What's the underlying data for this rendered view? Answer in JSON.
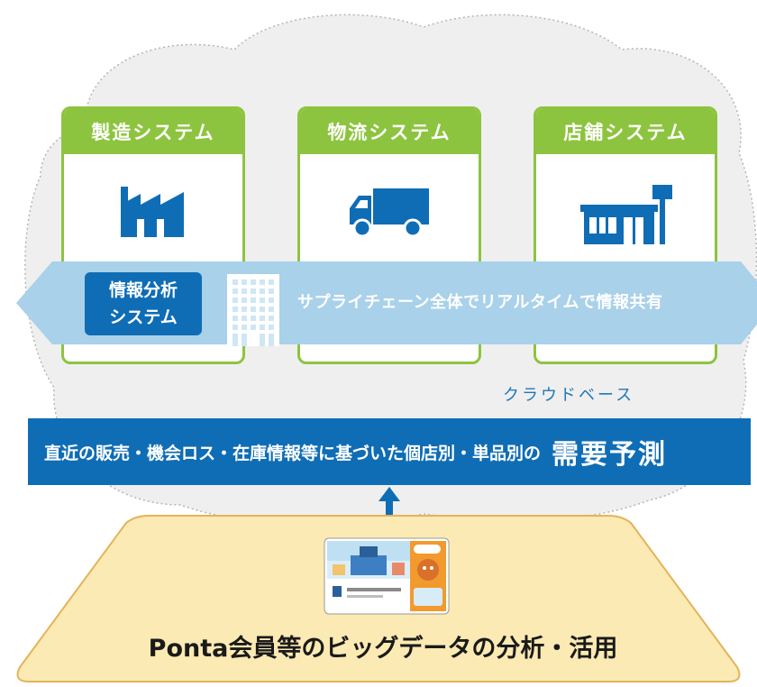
{
  "systems": [
    {
      "title": "製造システム",
      "icon": "factory-icon"
    },
    {
      "title": "物流システム",
      "icon": "truck-icon"
    },
    {
      "title": "店舗システム",
      "icon": "store-icon"
    }
  ],
  "analysis": {
    "line1": "情報分析",
    "line2": "システム",
    "icon": "office-building-icon"
  },
  "band_text": "サプライチェーン全体でリアルタイムで情報共有",
  "cloud_label": "クラウドベース",
  "demand": {
    "text": "直近の販売・機会ロス・在庫情報等に基づいた個店別・単品別の",
    "emphasis": "需要予測"
  },
  "bigdata": {
    "title": "Ponta会員等のビッグデータの分析・活用",
    "icon": "ponta-card-icon"
  },
  "colors": {
    "green": "#8dc43f",
    "blue": "#0f6db5",
    "band": "#a9d1ea",
    "cloud": "#efefef",
    "bigdata_fill": "#fbeab3",
    "bigdata_border": "#e4b35a"
  }
}
